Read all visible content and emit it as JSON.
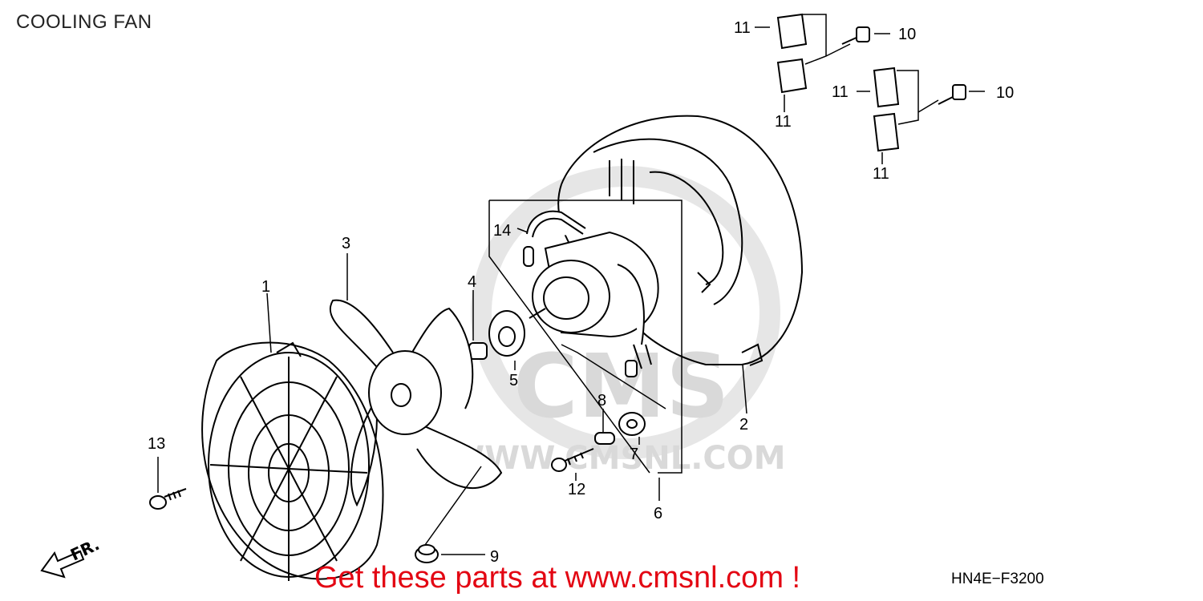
{
  "header": {
    "title": "COOLING FAN"
  },
  "watermark": {
    "logo_text": "CMS",
    "site_text": "WWW.CMSNL.COM"
  },
  "callouts": {
    "c1": "1",
    "c2": "2",
    "c3": "3",
    "c4": "4",
    "c5": "5",
    "c6": "6",
    "c7": "7",
    "c8": "8",
    "c9": "9",
    "c10": "10",
    "c11": "11",
    "c12": "12",
    "c13": "13",
    "c14": "14"
  },
  "direction_marker": {
    "label": "FR."
  },
  "footer": {
    "cta": "Get these parts at www.cmsnl.com !",
    "diagram_code": "HN4E−F3200"
  },
  "colors": {
    "cta": "#e30613",
    "lines": "#000000",
    "watermark": "#d9d9d9"
  }
}
